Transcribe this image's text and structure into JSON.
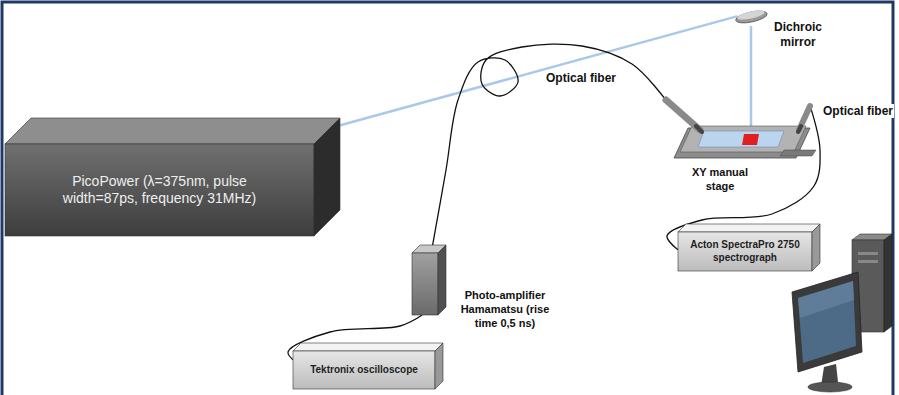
{
  "diagram": {
    "nodes": [
      {
        "text": [
          "PicoPower (λ=375nm, pulse width=87ps, frequency 31MHz)"
        ]
      },
      {
        "text": [
          "Dichroic mirror"
        ]
      },
      {
        "text": [
          "XY manual stage"
        ]
      },
      {
        "text": [
          "Photo-amplifier Hamamatsu (rise time 0,5 ns)"
        ]
      },
      {
        "text": [
          "Tektronix oscilloscope"
        ]
      },
      {
        "text": [
          "Acton SpectraPro 2750 spectrograph"
        ]
      }
    ],
    "edges": [
      {
        "from": 0,
        "to": 1,
        "arrow": "none"
      },
      {
        "from": 1,
        "to": 2,
        "arrow": "none"
      },
      {
        "from": 2,
        "to": 3,
        "label": "Optical fiber",
        "arrow": "none"
      },
      {
        "from": 3,
        "to": 4,
        "arrow": "none"
      },
      {
        "from": 2,
        "to": 5,
        "label": "Optical fiber",
        "arrow": "none"
      }
    ]
  }
}
